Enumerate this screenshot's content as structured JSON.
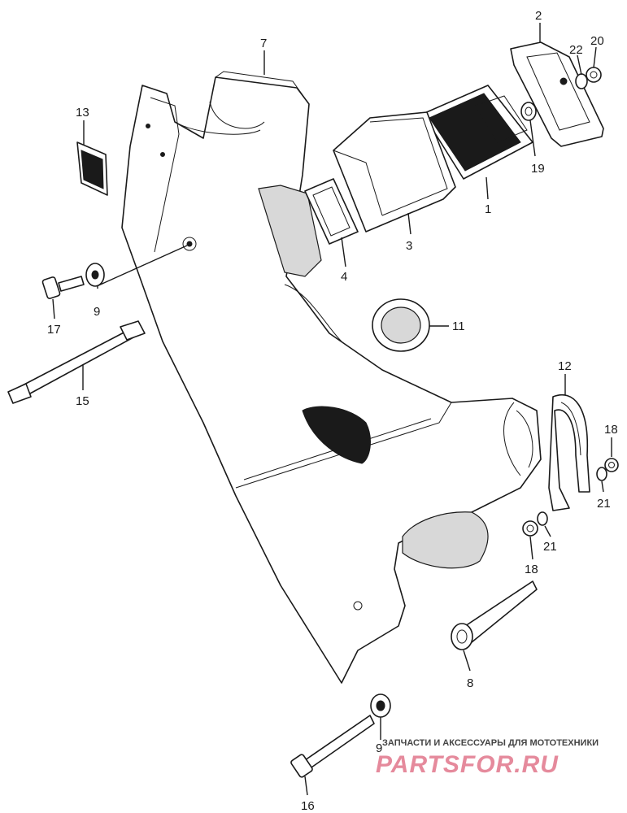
{
  "diagram": {
    "callouts": {
      "p1": "1",
      "p2": "2",
      "p3": "3",
      "p4": "4",
      "p7": "7",
      "p8": "8",
      "p9a": "9",
      "p9b": "9",
      "p11": "11",
      "p12": "12",
      "p13": "13",
      "p15": "15",
      "p16": "16",
      "p17": "17",
      "p18a": "18",
      "p18b": "18",
      "p19": "19",
      "p20": "20",
      "p21a": "21",
      "p21b": "21",
      "p22": "22"
    },
    "watermark": {
      "caption": "ЗАПЧАСТИ И АКСЕССУАРЫ ДЛЯ МОТОТЕХНИКИ",
      "brand": "PARTSFOR.RU",
      "color": "#e58a9c"
    }
  }
}
